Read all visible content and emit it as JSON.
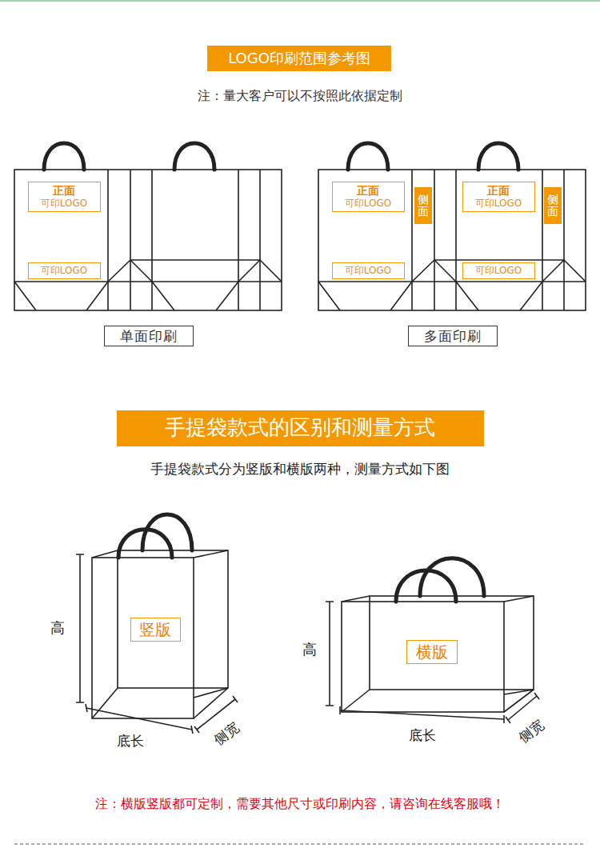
{
  "diagram": {
    "nodes": [
      {
        "text": [
          "LOGO印刷范围参考图"
        ]
      },
      {
        "text": [
          "正面",
          "可印LOGO"
        ]
      },
      {
        "text": [
          "可印LOGO"
        ]
      },
      {
        "text": [
          "单面印刷"
        ]
      },
      {
        "text": [
          "正面",
          "可印LOGO"
        ]
      },
      {
        "text": [
          "侧面"
        ]
      },
      {
        "text": [
          "正面",
          "可印LOGO"
        ]
      },
      {
        "text": [
          "侧面"
        ]
      },
      {
        "text": [
          "可印LOGO"
        ]
      },
      {
        "text": [
          "可印LOGO"
        ]
      },
      {
        "text": [
          "多面印刷"
        ]
      },
      {
        "text": [
          "手提袋款式的区别和测量方式"
        ]
      },
      {
        "text": [
          "竖版"
        ]
      },
      {
        "text": [
          "横版"
        ]
      }
    ],
    "labels": [
      "注：量大客户可以不按照此依据定制",
      "手提袋款式分为竖版和横版两种，测量方式如下图",
      "高",
      "底长",
      "侧宽",
      "高",
      "底长",
      "侧宽",
      "注：横版竖版都可定制，需要其他尺寸或印刷内容，请咨询在线客服哦！"
    ]
  }
}
